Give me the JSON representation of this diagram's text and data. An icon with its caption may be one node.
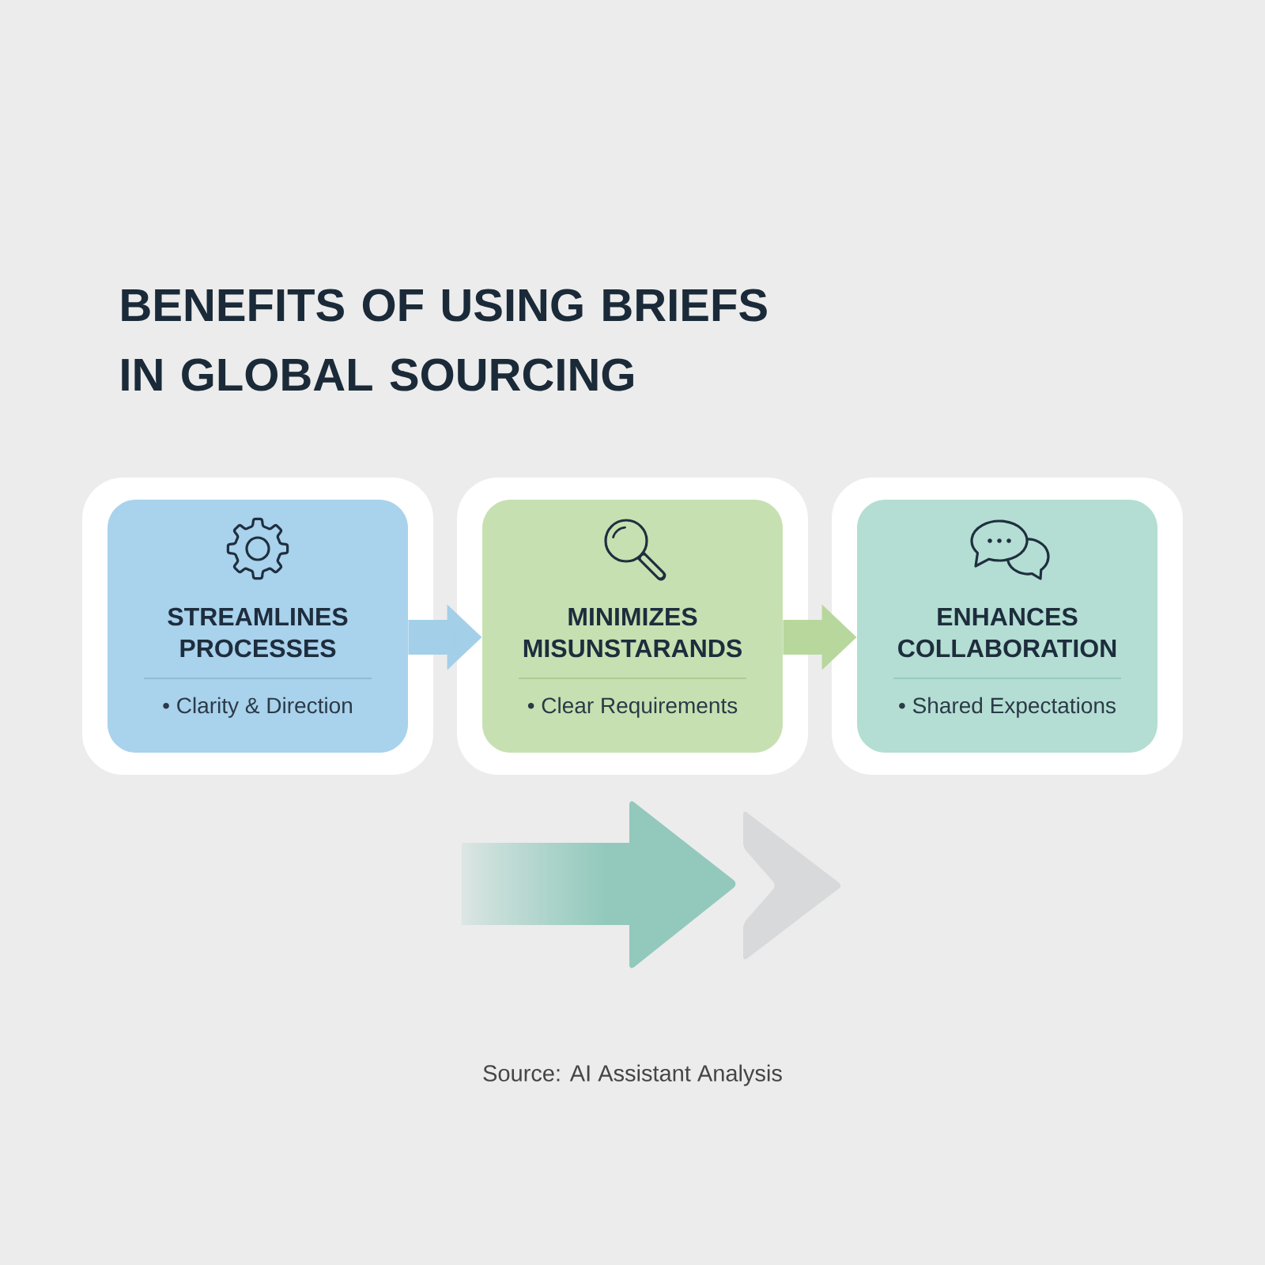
{
  "diagram": {
    "title": "BENEFITS OF USING BRIEFS IN GLOBAL SOURCING",
    "nodes": [
      {
        "text": [
          "STREAMLINES PROCESSES",
          "• Clarity & Direction"
        ]
      },
      {
        "text": [
          "MINIMIZES MISUNSTARANDS",
          "• Clear Requirements"
        ]
      },
      {
        "text": [
          "ENHANCES COLLABORATION",
          "• Shared Expectations"
        ]
      }
    ],
    "edges": [
      {
        "from": 0,
        "to": 1,
        "arrow": "to",
        "color": "#a3cfe9"
      },
      {
        "from": 1,
        "to": 2,
        "arrow": "to",
        "color": "#b8d79c"
      }
    ],
    "caption": "Source: AI Assistant Analysis"
  }
}
